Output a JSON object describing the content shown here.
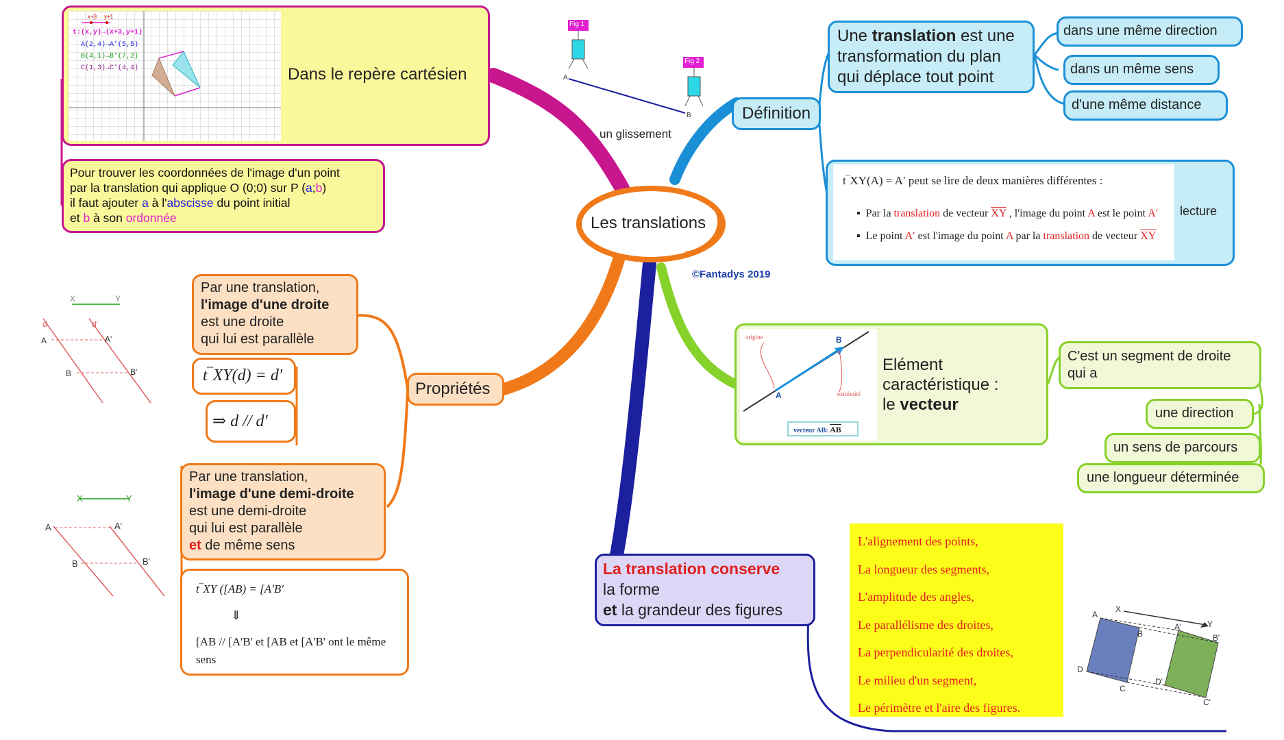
{
  "center": {
    "title": "Les translations",
    "copyright": "©Fantadys 2019"
  },
  "glissement": {
    "label": "un glissement",
    "fig1": "Fig 1",
    "fig2": "Fig 2",
    "pt_a": "A",
    "pt_b": "B"
  },
  "cartesien": {
    "title": "Dans le repère cartésien",
    "graph": {
      "rule": "t:(x,y)→(x+3,y+1)",
      "l1": "A(2,4)→A'(5,5)",
      "l2": "B(4,1)→B'(7,2)",
      "l3": "C(1,3)→C'(4,4)",
      "arrow1": "x+3",
      "arrow2": "y+1"
    }
  },
  "coordonnees": {
    "l1": "Pour trouver les coordonnées de l'image d'un point",
    "l2a": "par la translation qui applique O (0;0) sur P (",
    "a": "a",
    "sep": ";",
    "b": "b",
    "l2b": ")",
    "l3a": "il faut ajouter ",
    "l3b": " à l'",
    "abscisse": "abscisse",
    "l3c": " du point initial",
    "l4a": "et ",
    "l4b": " à son ",
    "ordonnee": "ordonnée"
  },
  "definition": {
    "label": "Définition",
    "main_a": "Une ",
    "main_b": "translation",
    "main_c": " est une",
    "main_d": "transformation du plan",
    "main_e": "qui déplace tout point",
    "items": [
      "dans une même direction",
      "dans un même sens",
      "d'une même distance"
    ]
  },
  "lecture": {
    "label": "lecture",
    "intro": "t‾XY(A) = A′ peut se lire de deux manières différentes :",
    "b1a": "Par la ",
    "b1b": "translation",
    "b1c": " de vecteur ",
    "b1d": "XY",
    "b1e": " , l'image du point ",
    "b1f": "A",
    "b1g": " est le point ",
    "b1h": "A′",
    "b2a": "Le point ",
    "b2b": "A′",
    "b2c": " est l'image du point ",
    "b2d": "A",
    "b2e": " par la ",
    "b2f": "translation",
    "b2g": " de vecteur ",
    "b2h": "XY"
  },
  "vecteur": {
    "l1": "Elément",
    "l2": "caractéristique :",
    "l3a": "le ",
    "l3b": "vecteur",
    "img": {
      "origine": "origine",
      "extremite": "extrémité",
      "a": "A",
      "b": "B",
      "cap": "vecteur AB:",
      "ab": "AB"
    },
    "segment_l1": "C'est un segment de droite",
    "segment_l2": "qui a",
    "items": [
      "une direction",
      "un sens de parcours",
      "une longueur déterminée"
    ]
  },
  "proprietes": {
    "label": "Propriétés",
    "droite": {
      "l1": "Par une translation,",
      "l2": "l'image d'une droite",
      "l3": "est une droite",
      "l4": "qui lui est parallèle"
    },
    "formula1": "t‾XY(d) = d′",
    "formula2": "⇒ d // d′",
    "demi": {
      "l1": "Par une translation,",
      "l2": "l'image d'une demi-droite",
      "l3": "est une demi-droite",
      "l4": "qui lui est parallèle",
      "l5a": "et",
      "l5b": " de même sens"
    },
    "formula3": "t‾XY ([AB) = [A′B′",
    "arrow": "⇓",
    "conclusion_l1": "[AB // [A'B' et [AB et [A'B' ont le même",
    "conclusion_l2": "sens",
    "fig1": {
      "x": "X",
      "y": "Y",
      "d": "d",
      "dp": "d'",
      "a": "A",
      "ap": "A'",
      "b": "B",
      "bp": "B'"
    },
    "fig2": {
      "x": "X",
      "y": "Y",
      "a": "A",
      "ap": "A'",
      "b": "B",
      "bp": "B'"
    }
  },
  "conserve": {
    "l1": "La translation conserve",
    "l2": "la forme",
    "l3a": "et",
    "l3b": " la grandeur des figures",
    "items": [
      "L'alignement des points,",
      "La longueur des segments,",
      "L'amplitude des angles,",
      "Le parallélisme des droites,",
      "La perpendicularité des droites,",
      "Le milieu d'un segment,",
      "Le périmètre et l'aire des figures."
    ],
    "fig": {
      "x": "X",
      "y": "Y",
      "a": "A",
      "ap": "A'",
      "b": "B",
      "bp": "B'",
      "c": "C",
      "cp": "C'",
      "d": "D",
      "dp": "D'"
    }
  },
  "colors": {
    "magenta": "#c8168f",
    "blue": "#1b8fd6",
    "orange": "#f07a1a",
    "navy": "#1c1f9e",
    "green": "#86d12a",
    "yellow_fill": "#fbf79b",
    "cyan_fill": "#c6ecf7",
    "peach_fill": "#fde0c4",
    "lime_fill": "#f1f8d8",
    "lavender_fill": "#dcd6f7"
  }
}
